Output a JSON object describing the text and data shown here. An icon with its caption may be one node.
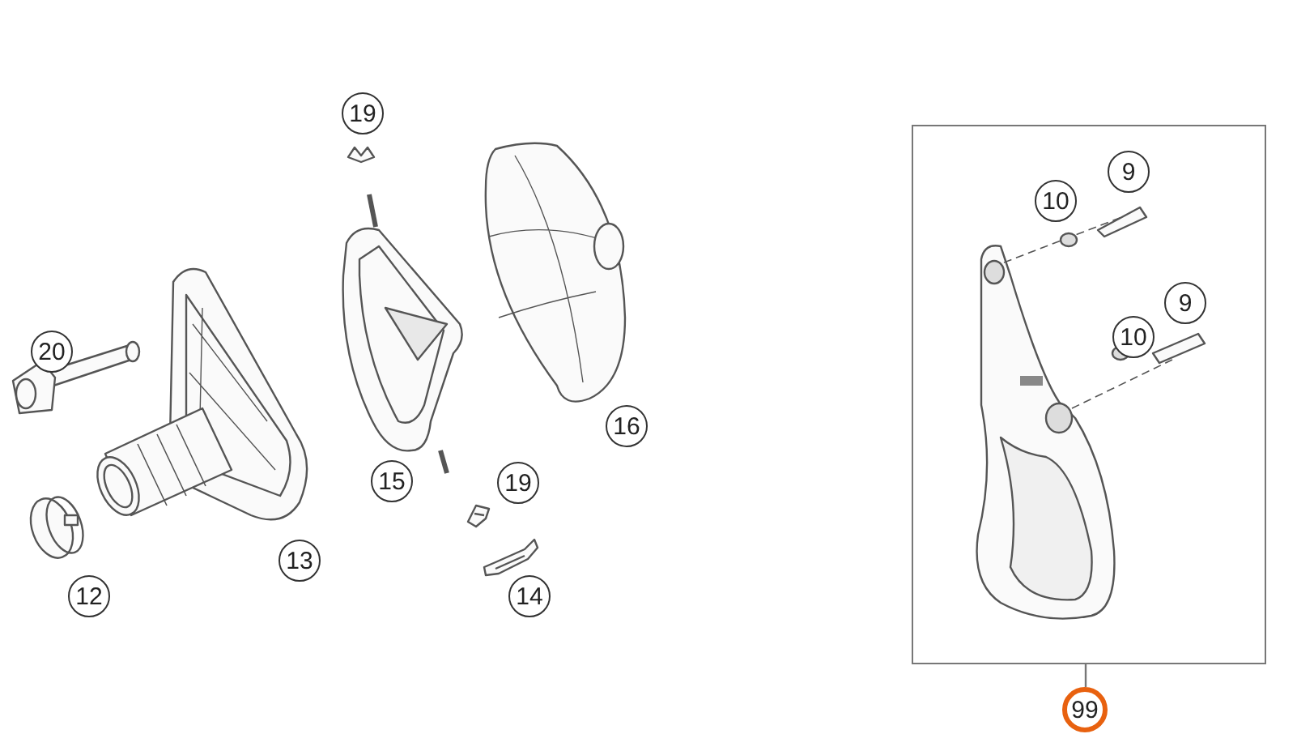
{
  "diagram": {
    "nodes": [
      {
        "text": [],
        "shape": "box"
      },
      {
        "text": [
          "99"
        ]
      }
    ],
    "edges": [
      {
        "from": 1,
        "to": 0,
        "arrow": "none"
      }
    ],
    "labels": [
      "19",
      "20",
      "16",
      "15",
      "19",
      "13",
      "12",
      "14",
      "9",
      "10",
      "9",
      "10"
    ]
  }
}
